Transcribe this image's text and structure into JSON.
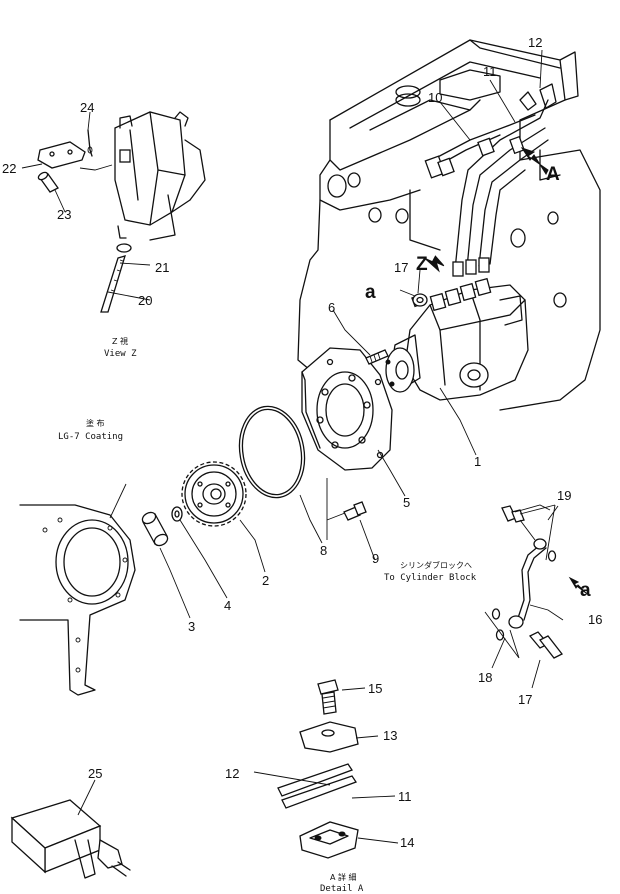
{
  "callouts": {
    "p1": "1",
    "p2": "2",
    "p3": "3",
    "p4": "4",
    "p5": "5",
    "p6": "6",
    "p7": "17",
    "p8": "8",
    "p9": "9",
    "p10": "10",
    "p11": "11",
    "p12": "12",
    "p15": "15",
    "p13": "13",
    "p11b": "11",
    "p12b": "12",
    "p14": "14",
    "p16": "16",
    "p17": "17",
    "p18": "18",
    "p19": "19",
    "p20": "20",
    "p21": "21",
    "p22": "22",
    "p23": "23",
    "p24": "24",
    "p25": "25"
  },
  "letters": {
    "a_pump": "a",
    "a_pipe": "a",
    "z": "Z",
    "A": "A"
  },
  "captions": {
    "view_z_jp": "Z 視",
    "view_z": "View Z",
    "coating_jp": "塗 布",
    "coating": "LG-7 Coating",
    "cyl_jp": "シリンダブロックへ",
    "cyl": "To Cylinder Block",
    "detail_jp": "A 詳 細",
    "detail": "Detail A"
  }
}
